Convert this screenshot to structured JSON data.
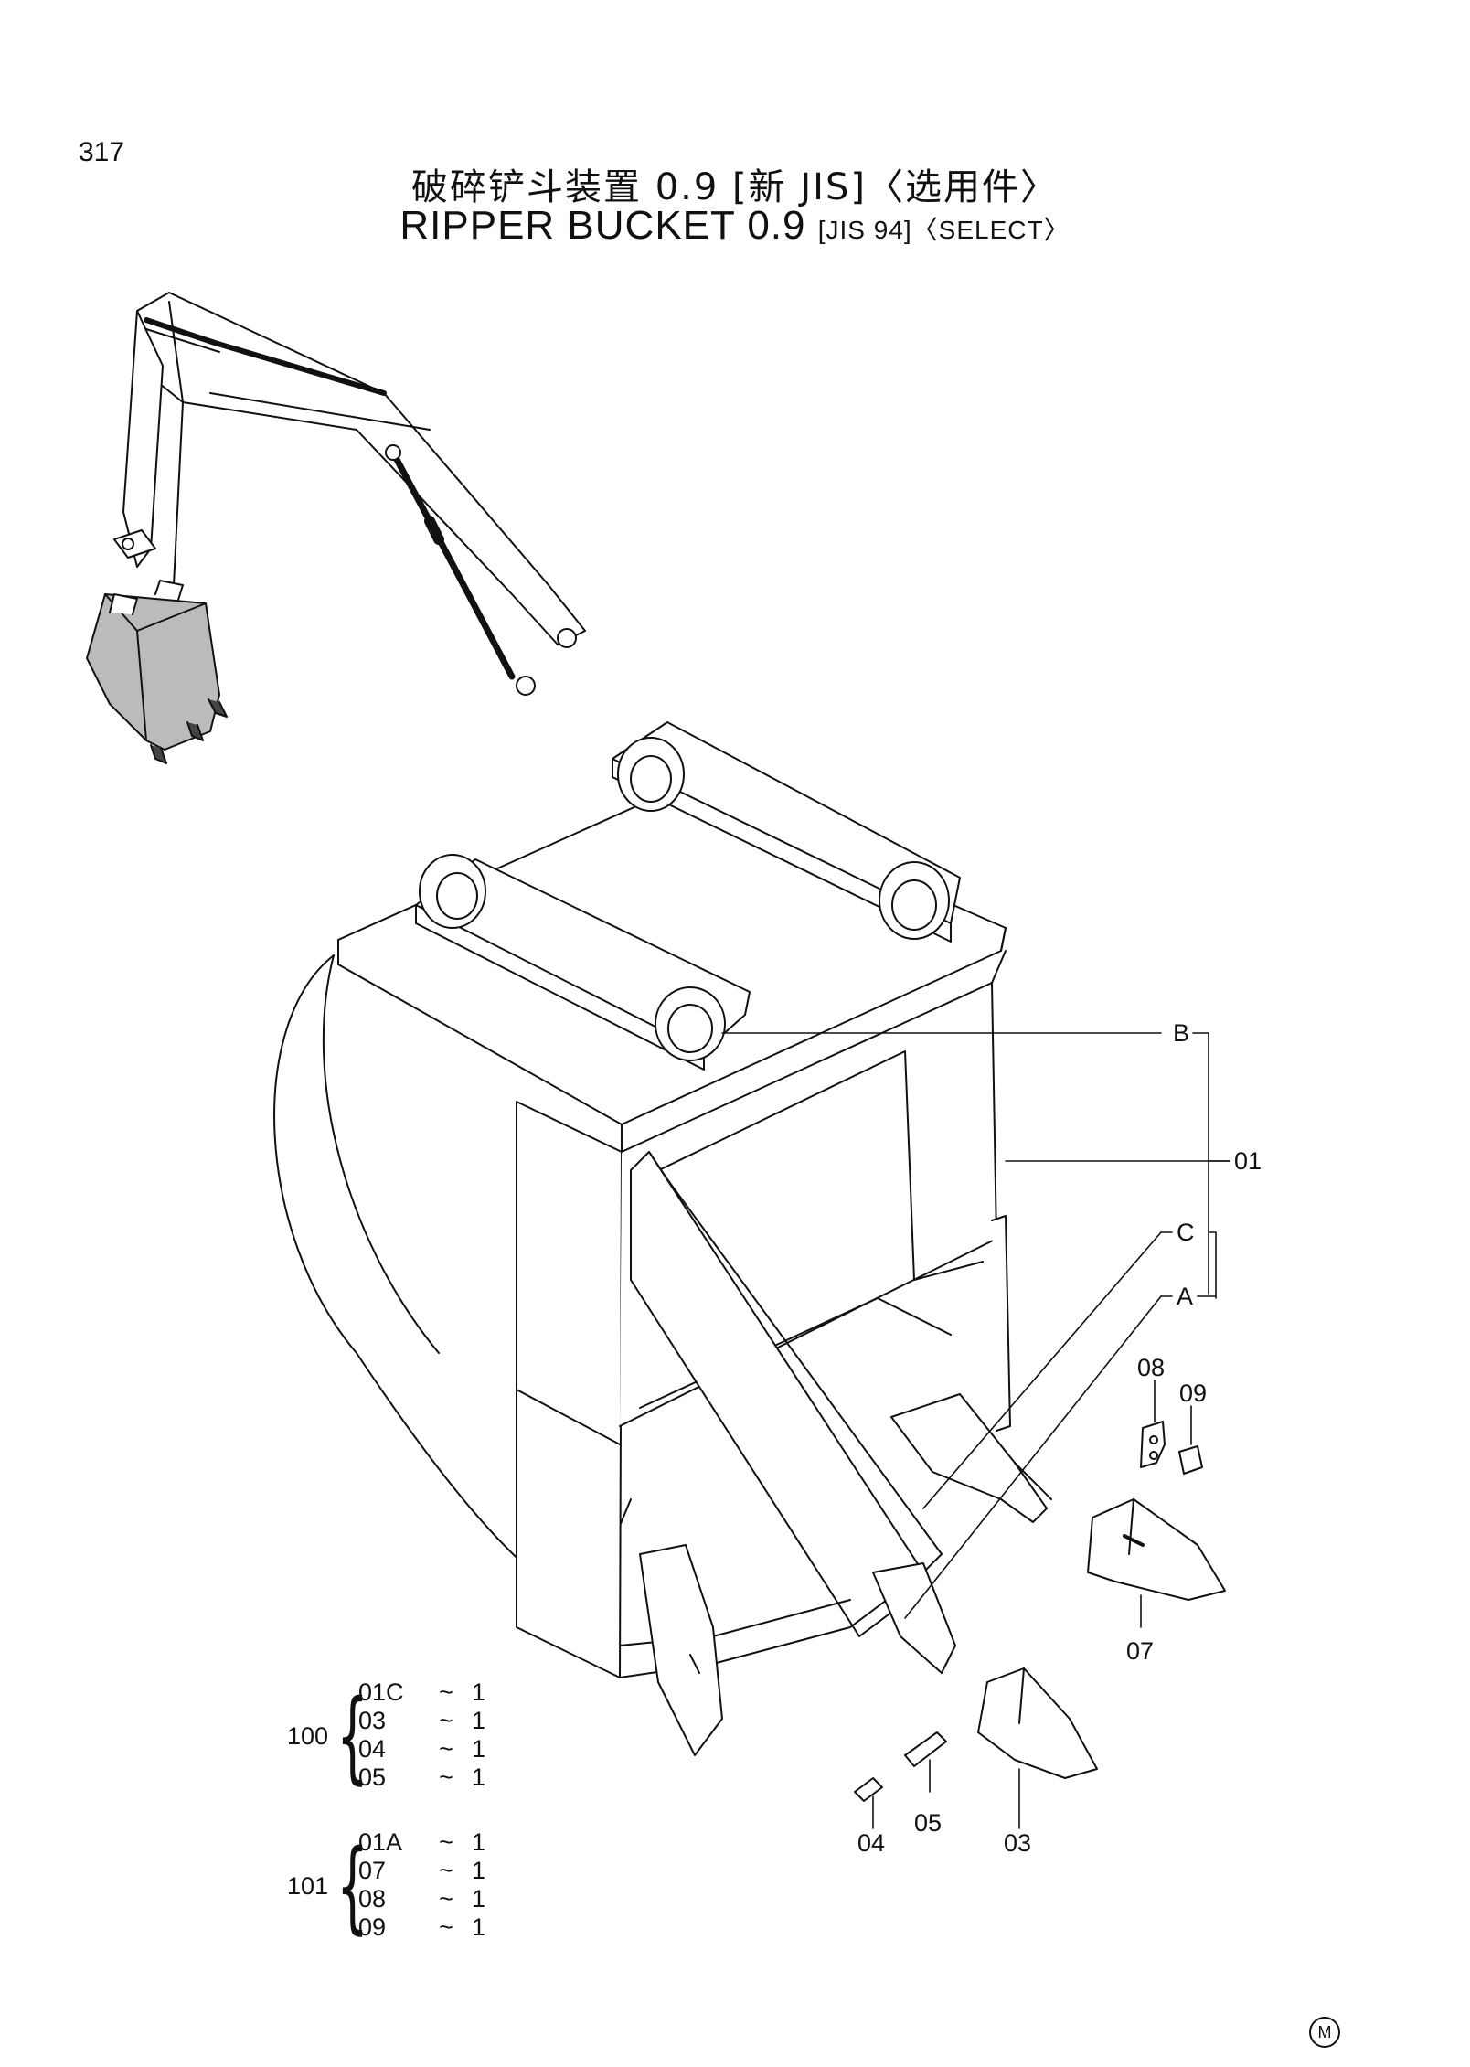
{
  "page_number": "317",
  "title": {
    "cn": "破碎铲斗装置 0.9 [新 JIS]〈选用件〉",
    "en_main": "RIPPER BUCKET 0.9 ",
    "en_jis": "[JIS 94]",
    "en_select": "〈SELECT〉"
  },
  "callouts": {
    "b": "B",
    "c": "C",
    "a": "A",
    "p01": "01",
    "p08": "08",
    "p09": "09",
    "p07": "07",
    "p04": "04",
    "p05": "05",
    "p03": "03"
  },
  "kits": [
    {
      "id": "100",
      "brace": "{",
      "rows": [
        {
          "code": "01C",
          "dash": "~",
          "qty": "1"
        },
        {
          "code": "03",
          "dash": "~",
          "qty": "1"
        },
        {
          "code": "04",
          "dash": "~",
          "qty": "1"
        },
        {
          "code": "05",
          "dash": "~",
          "qty": "1"
        }
      ]
    },
    {
      "id": "101",
      "brace": "{",
      "rows": [
        {
          "code": "01A",
          "dash": "~",
          "qty": "1"
        },
        {
          "code": "07",
          "dash": "~",
          "qty": "1"
        },
        {
          "code": "08",
          "dash": "~",
          "qty": "1"
        },
        {
          "code": "09",
          "dash": "~",
          "qty": "1"
        }
      ]
    }
  ],
  "mark": "M"
}
